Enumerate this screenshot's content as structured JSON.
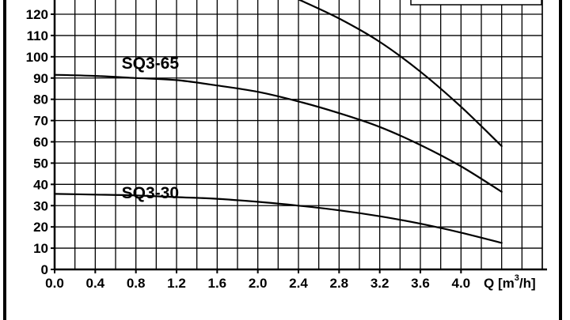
{
  "chart_data": {
    "type": "line",
    "xlabel_main": "Q",
    "xlabel_unit_left": "[m",
    "xlabel_unit_exp": "3",
    "xlabel_unit_right": "/h]",
    "ylabel": "",
    "xlim": [
      0,
      4.8
    ],
    "ylim": [
      0,
      120
    ],
    "x_ticks": [
      0.0,
      0.4,
      0.8,
      1.2,
      1.6,
      2.0,
      2.4,
      2.8,
      3.2,
      3.6,
      4.0
    ],
    "x_tick_labels": [
      "0.0",
      "0.4",
      "0.8",
      "1.2",
      "1.6",
      "2.0",
      "2.4",
      "2.8",
      "3.2",
      "3.6",
      "4.0"
    ],
    "y_ticks": [
      0,
      10,
      20,
      30,
      40,
      50,
      60,
      70,
      80,
      90,
      100,
      110,
      120
    ],
    "y_tick_labels": [
      "0",
      "10",
      "20",
      "30",
      "40",
      "50",
      "60",
      "70",
      "80",
      "90",
      "100",
      "110",
      "120"
    ],
    "grid": true,
    "series": [
      {
        "name": "SQ3-65",
        "label_at": [
          0.8,
          97
        ],
        "x": [
          0.0,
          0.4,
          0.8,
          1.2,
          1.6,
          2.0,
          2.4,
          2.8,
          3.2,
          3.6,
          4.0,
          4.4
        ],
        "values": [
          91.5,
          91,
          90,
          89,
          86.5,
          83.5,
          79,
          73.5,
          67,
          58.5,
          48.5,
          36.5
        ]
      },
      {
        "name": "SQ3-30",
        "label_at": [
          0.8,
          36
        ],
        "x": [
          0.0,
          0.4,
          0.8,
          1.2,
          1.6,
          2.0,
          2.4,
          2.8,
          3.2,
          3.6,
          4.0,
          4.4
        ],
        "values": [
          35.5,
          35.2,
          34.8,
          34.0,
          33.2,
          31.8,
          30.0,
          27.8,
          25.0,
          21.5,
          17.3,
          12.5
        ]
      },
      {
        "name": "",
        "x": [
          2.4,
          2.8,
          3.2,
          3.6,
          4.0,
          4.4
        ],
        "values": [
          127.0,
          118.0,
          107.0,
          93.0,
          76.5,
          58.0
        ]
      }
    ]
  }
}
